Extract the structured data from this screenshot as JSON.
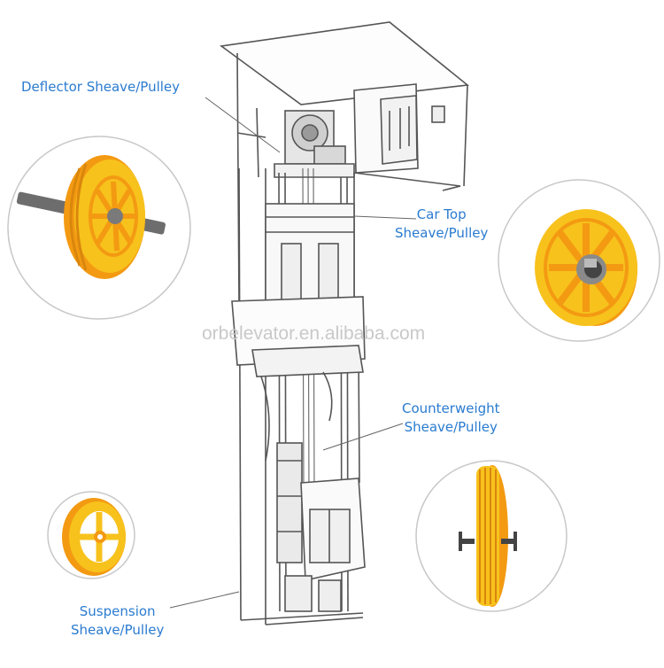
{
  "labels": {
    "deflector": "Deflector Sheave/Pulley",
    "car_top_line1": "Car Top",
    "car_top_line2": "Sheave/Pulley",
    "counterweight_line1": "Counterweight",
    "counterweight_line2": "Sheave/Pulley",
    "suspension_line1": "Suspension",
    "suspension_line2": "Sheave/Pulley"
  },
  "watermark": "orbelevator.en.alibaba.com",
  "colors": {
    "label": "#2a7bd0",
    "pulley_yellow": "#f7c21c",
    "pulley_orange": "#f39a12",
    "line": "#555555",
    "watermark": "#c9c9c9"
  }
}
